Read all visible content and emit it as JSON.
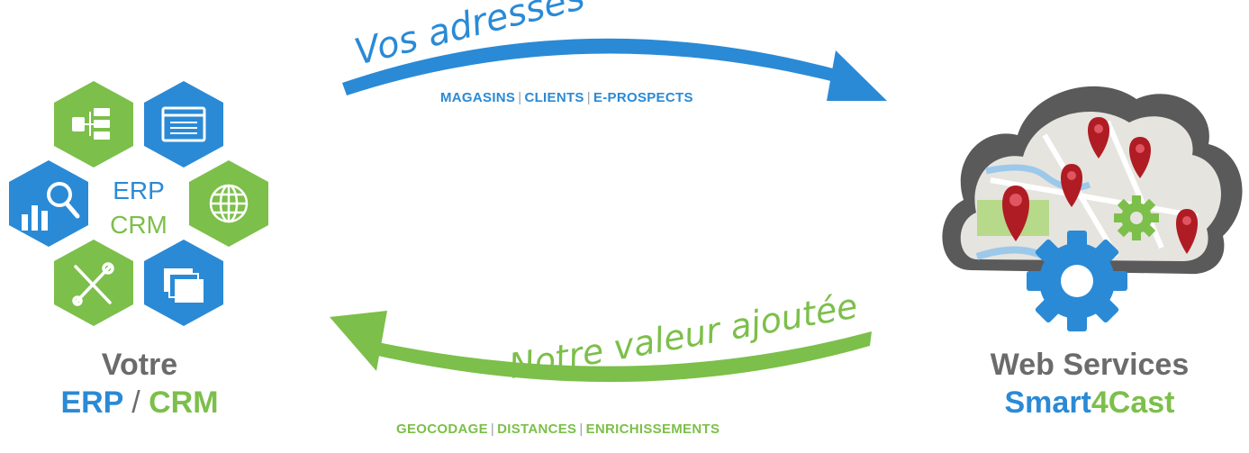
{
  "colors": {
    "blue": "#2a8ad6",
    "green": "#7cbf4a",
    "grey": "#6b6b6b",
    "cloud": "#5a5a5a",
    "pin": "#b01c24"
  },
  "top_arrow": {
    "label": "Vos adresses",
    "items": [
      "MAGASINS",
      "CLIENTS",
      "E-PROSPECTS"
    ],
    "separator": "|"
  },
  "bottom_arrow": {
    "label": "Notre valeur ajoutée",
    "items": [
      "GEOCODAGE",
      "DISTANCES",
      "ENRICHISSEMENTS"
    ],
    "separator": "|"
  },
  "left_block": {
    "center_line1": "ERP",
    "center_line2": "CRM",
    "caption_line1": "Votre",
    "caption_erp": "ERP",
    "caption_slash": "/",
    "caption_crm": "CRM",
    "icons": [
      "org-chart-icon",
      "window-list-icon",
      "analytics-search-icon",
      "globe-icon",
      "tools-icon",
      "windows-stack-icon"
    ]
  },
  "right_block": {
    "caption_line1": "Web Services",
    "caption_part1": "Smart",
    "caption_part2": "4Cast"
  }
}
